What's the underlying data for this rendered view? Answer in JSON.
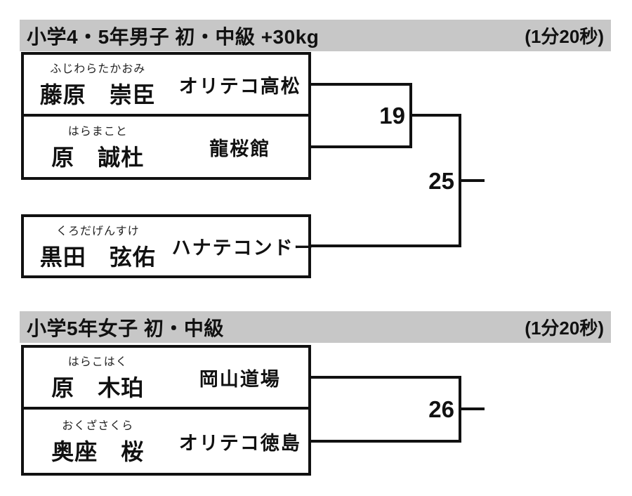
{
  "colors": {
    "background": "#ffffff",
    "header_bg": "#c7c7c7",
    "line": "#111111",
    "text": "#111111"
  },
  "sections": [
    {
      "title": "小学4・5年男子 初・中級 +30kg",
      "duration": "(1分20秒)",
      "entries": [
        {
          "furigana": "ふじわらたかおみ",
          "name": "藤原　崇臣",
          "club": "オリテコ高松"
        },
        {
          "furigana": "はらまこと",
          "name": "原　誠杜",
          "club": "龍桜館"
        },
        {
          "furigana": "くろだげんすけ",
          "name": "黒田　弦佑",
          "club": "ハナテコンドー"
        }
      ],
      "matches": [
        {
          "number": "19"
        },
        {
          "number": "25"
        }
      ]
    },
    {
      "title": "小学5年女子 初・中級",
      "duration": "(1分20秒)",
      "entries": [
        {
          "furigana": "はらこはく",
          "name": "原　木珀",
          "club": "岡山道場"
        },
        {
          "furigana": "おくざさくら",
          "name": "奥座　桜",
          "club": "オリテコ徳島"
        }
      ],
      "matches": [
        {
          "number": "26"
        }
      ]
    }
  ]
}
